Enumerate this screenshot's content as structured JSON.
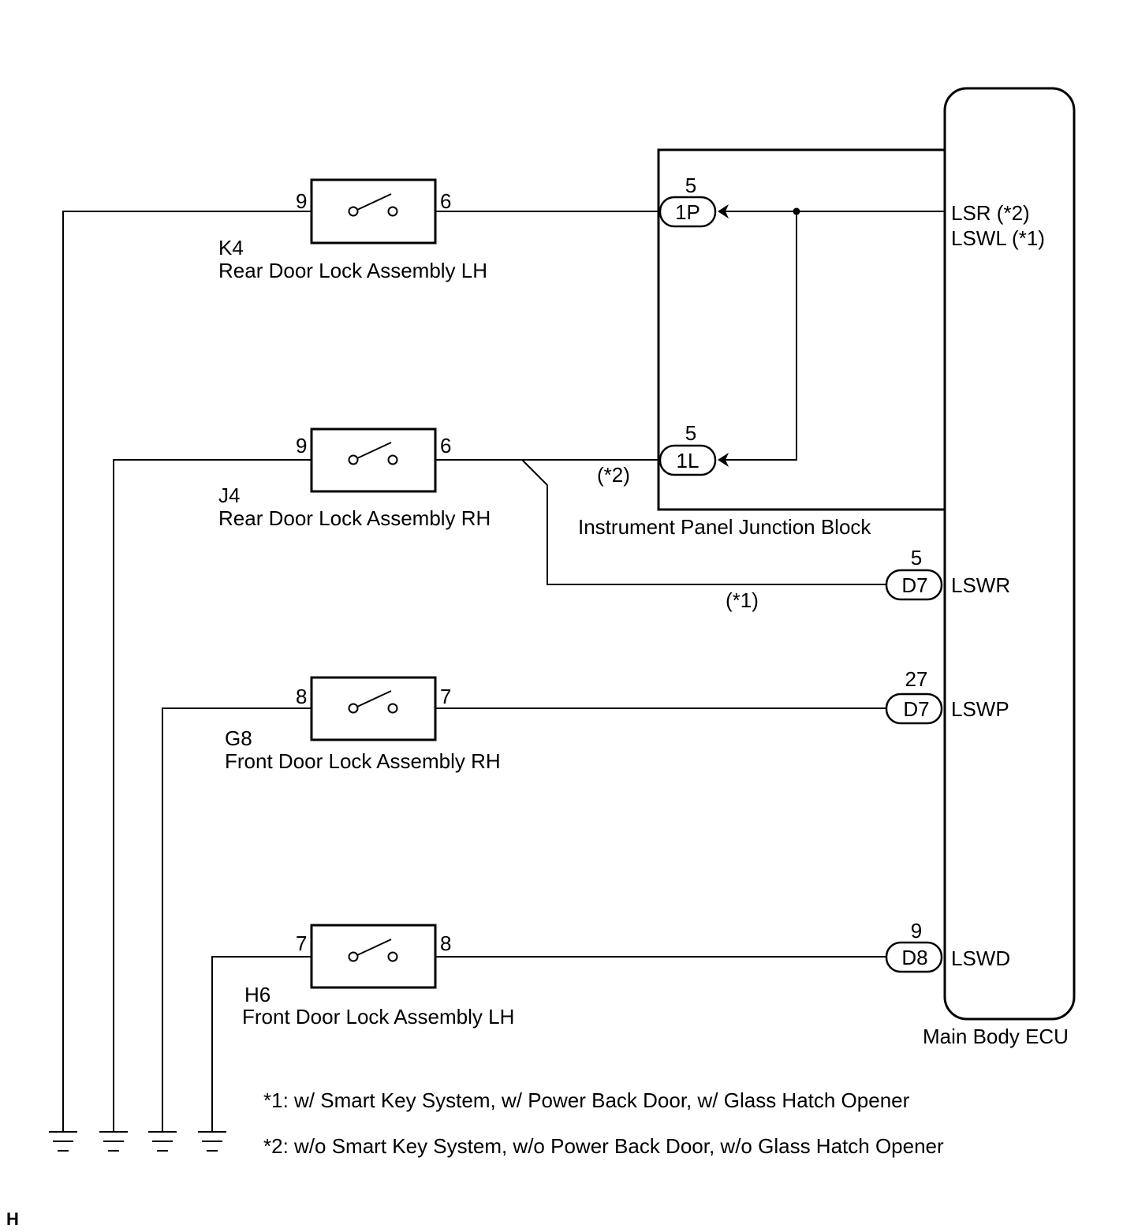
{
  "ecu": {
    "name": "Main Body ECU",
    "pins": {
      "lsr": "LSR (*2)",
      "lswl": "LSWL (*1)",
      "lswr": "LSWR",
      "lswp": "LSWP",
      "lswd": "LSWD"
    }
  },
  "junction_block": {
    "name": "Instrument Panel Junction Block",
    "connectors": [
      {
        "label": "1P",
        "pin": "5"
      },
      {
        "label": "1L",
        "pin": "5"
      }
    ]
  },
  "ecu_connectors": [
    {
      "label": "D7",
      "pin": "5"
    },
    {
      "label": "D7",
      "pin": "27"
    },
    {
      "label": "D8",
      "pin": "9"
    }
  ],
  "switches": [
    {
      "code": "K4",
      "name": "Rear Door Lock Assembly LH",
      "pin_left": "9",
      "pin_right": "6"
    },
    {
      "code": "J4",
      "name": "Rear Door Lock Assembly RH",
      "pin_left": "9",
      "pin_right": "6"
    },
    {
      "code": "G8",
      "name": "Front Door Lock Assembly RH",
      "pin_left": "8",
      "pin_right": "7"
    },
    {
      "code": "H6",
      "name": "Front Door Lock Assembly LH",
      "pin_left": "7",
      "pin_right": "8"
    }
  ],
  "variant_marks": {
    "v2": "(*2)",
    "v1": "(*1)"
  },
  "notes": [
    "*1: w/ Smart Key System, w/ Power Back Door, w/ Glass Hatch Opener",
    "*2: w/o Smart Key System, w/o Power Back Door, w/o Glass Hatch Opener"
  ],
  "corner_mark": "H"
}
